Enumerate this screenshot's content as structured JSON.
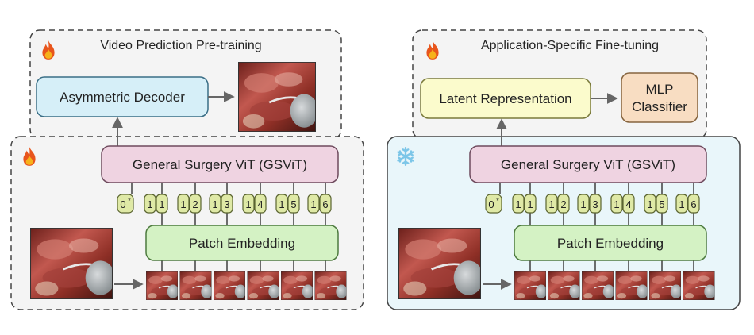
{
  "colors": {
    "dash_border": "#444444",
    "panel_gray": "#f4f4f4",
    "panel_frozen": "#e9f6fa",
    "decoder_fill": "#d6eff8",
    "decoder_stroke": "#3a6e86",
    "vit_fill": "#efd3e1",
    "vit_stroke": "#6e4a5d",
    "patch_fill": "#d4f2c4",
    "patch_stroke": "#4d7a3e",
    "latent_fill": "#fbfbcc",
    "latent_stroke": "#7a7a3a",
    "mlp_fill": "#f8ddc2",
    "mlp_stroke": "#86643e",
    "token_fill": "#dfe9a6",
    "token_stroke": "#5a6430",
    "flame": "#e8551c",
    "snowflake": "#7cc6e8"
  },
  "left": {
    "title": "Video Prediction Pre-training",
    "decoder": "Asymmetric Decoder",
    "vit": "General Surgery ViT (GSViT)",
    "patch": "Patch Embedding",
    "tokens": [
      "0",
      "1",
      "2",
      "3",
      "4",
      "5",
      "6"
    ],
    "top_icon": "flame-icon",
    "bottom_icon": "flame-icon"
  },
  "right": {
    "title": "Application-Specific Fine-tuning",
    "latent": "Latent Representation",
    "mlp_line1": "MLP",
    "mlp_line2": "Classifier",
    "vit": "General Surgery ViT (GSViT)",
    "patch": "Patch Embedding",
    "tokens": [
      "0",
      "1",
      "2",
      "3",
      "4",
      "5",
      "6"
    ],
    "top_icon": "flame-icon",
    "bottom_icon": "snowflake-icon"
  },
  "token_star": "*"
}
